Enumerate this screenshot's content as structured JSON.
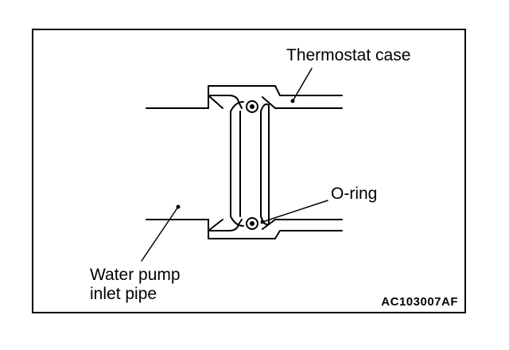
{
  "labels": {
    "thermostat_case": "Thermostat case",
    "o_ring": "O-ring",
    "water_pump_line1": "Water pump",
    "water_pump_line2": "inlet pipe"
  },
  "figure_code": "AC103007AF",
  "colors": {
    "line": "#000000",
    "background": "#ffffff"
  }
}
